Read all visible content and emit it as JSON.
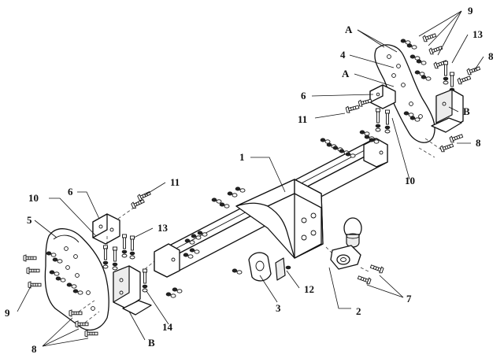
{
  "callouts": {
    "c1": "1",
    "c2": "2",
    "c3": "3",
    "c4": "4",
    "c5": "5",
    "c6a": "6",
    "c6b": "6",
    "c7": "7",
    "c8a": "8",
    "c8b": "8",
    "c8c": "8",
    "c9a": "9",
    "c9b": "9",
    "c10a": "10",
    "c10b": "10",
    "c11a": "11",
    "c11b": "11",
    "c12": "12",
    "c13a": "13",
    "c13b": "13",
    "c14": "14",
    "cAa": "A",
    "cAb": "A",
    "cBa": "B",
    "cBb": "B"
  }
}
